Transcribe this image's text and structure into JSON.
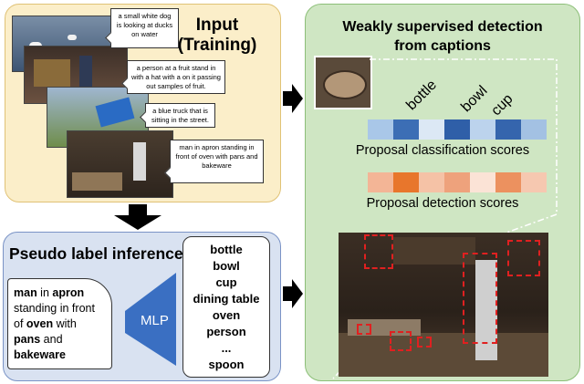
{
  "input_panel": {
    "title_line1": "Input",
    "title_line2": "(Training)",
    "captions": [
      "a small white dog is looking at ducks on water",
      "a person at a fruit stand in with a hat with a on it passing out samples of fruit.",
      "a blue truck that is sitting in the street.",
      "man in apron standing in front of oven with pans and bakeware"
    ]
  },
  "pseudo_panel": {
    "title": "Pseudo label inference",
    "caption_parts": [
      {
        "text": "man",
        "bold": true
      },
      {
        "text": " in ",
        "bold": false
      },
      {
        "text": "apron",
        "bold": true
      },
      {
        "text": " standing in front of ",
        "bold": false
      },
      {
        "text": "oven",
        "bold": true
      },
      {
        "text": " with ",
        "bold": false
      },
      {
        "text": "pans",
        "bold": true
      },
      {
        "text": " and ",
        "bold": false
      },
      {
        "text": "bakeware",
        "bold": true
      }
    ],
    "mlp_label": "MLP",
    "labels": [
      "bottle",
      "bowl",
      "cup",
      "dining table",
      "oven",
      "person",
      "...",
      "spoon"
    ]
  },
  "weak_panel": {
    "title_line1": "Weakly supervised detection",
    "title_line2": "from captions",
    "class_words": [
      "bottle",
      "bowl",
      "cup"
    ],
    "classification_label": "Proposal classification scores",
    "detection_label": "Proposal detection scores",
    "classification_colors": [
      "#a9c7e8",
      "#3c6eb5",
      "#dce8f5",
      "#2f5fa8",
      "#bcd3ed",
      "#3565ad",
      "#a3c1e3"
    ],
    "detection_colors": [
      "#f3b596",
      "#e8762c",
      "#f5c2a6",
      "#eea27c",
      "#fbe3d6",
      "#ec915f",
      "#f6c8b0"
    ]
  }
}
